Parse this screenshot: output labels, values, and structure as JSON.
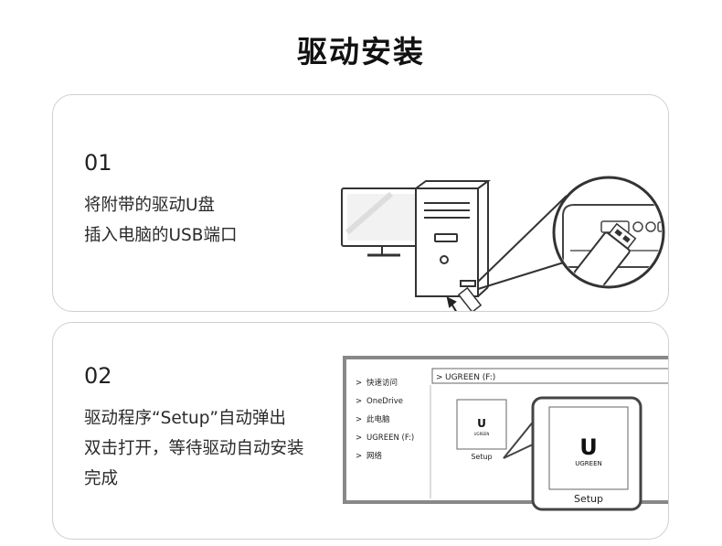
{
  "page": {
    "title": "驱动安装"
  },
  "steps": [
    {
      "number": "01",
      "lines": [
        "将附带的驱动U盘",
        "插入电脑的USB端口"
      ]
    },
    {
      "number": "02",
      "lines": [
        "驱动程序“Setup”自动弹出",
        "双击打开，等待驱动自动安装",
        "完成"
      ]
    }
  ],
  "explorer": {
    "address": "UGREEN (F:)",
    "sidebar": [
      "快速访问",
      "OneDrive",
      "此电脑",
      "UGREEN (F:)",
      "网络"
    ],
    "file_label": "Setup",
    "brand": "UGREEN",
    "icon_letter": "U"
  },
  "colors": {
    "outline": "#333333",
    "border": "#cfcfcf"
  }
}
